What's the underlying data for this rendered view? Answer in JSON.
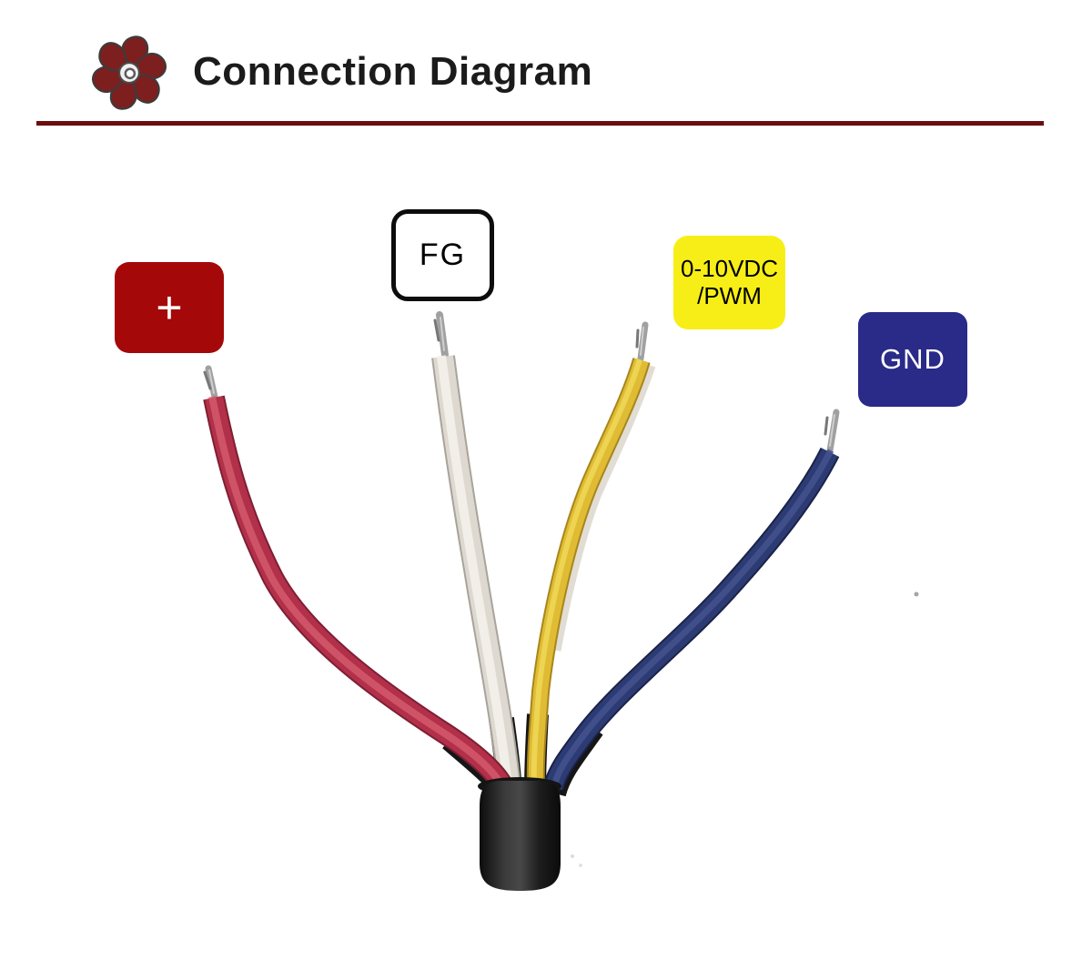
{
  "header": {
    "logo": "fan-logo",
    "title": "Connection Diagram",
    "divider_color": "#6b0d0d"
  },
  "labels": {
    "plus": {
      "text": "+",
      "bg": "#a50808",
      "fg": "#ffffff",
      "wire": "red"
    },
    "fg": {
      "text": "FG",
      "bg": "#ffffff",
      "fg": "#000000",
      "wire": "white"
    },
    "control": {
      "line1": "0-10VDC",
      "line2": "/PWM",
      "bg": "#f7ee17",
      "fg": "#000000",
      "wire": "yellow"
    },
    "gnd": {
      "text": "GND",
      "bg": "#2a2a88",
      "fg": "#ffffff",
      "wire": "blue"
    }
  },
  "wires": [
    {
      "name": "red-wire",
      "terminal": "+",
      "color": "#b23049",
      "highlight": "#d4596b",
      "edge": "#7e1f33"
    },
    {
      "name": "white-wire",
      "terminal": "FG",
      "color": "#ded9d0",
      "highlight": "#f4f1ea",
      "edge": "#a9a49a"
    },
    {
      "name": "yellow-wire",
      "terminal": "0-10VDC/PWM",
      "color": "#dfbc33",
      "highlight": "#f0d858",
      "edge": "#a8861d"
    },
    {
      "name": "blue-wire",
      "terminal": "GND",
      "color": "#2d3b74",
      "highlight": "#44528e",
      "edge": "#1a2348"
    }
  ],
  "cable": {
    "name": "cable-sheath",
    "color": "#1f1f1f",
    "tip_metal": "#a0a0a0"
  }
}
